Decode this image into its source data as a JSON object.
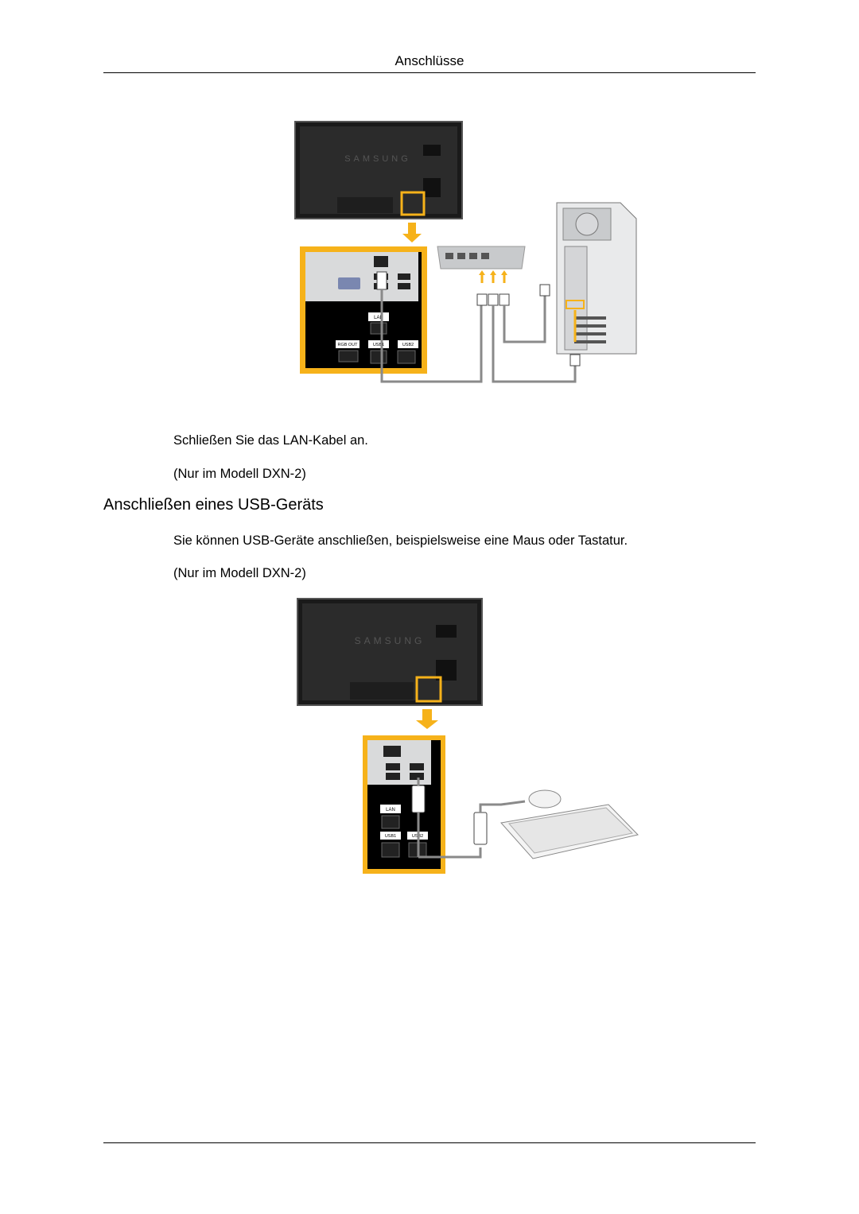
{
  "header": {
    "title": "Anschlüsse"
  },
  "section_lan": {
    "caption": "Schließen Sie das LAN-Kabel an.",
    "model_note": "(Nur im Modell DXN-2)"
  },
  "section_usb": {
    "heading": "Anschließen eines USB-Geräts",
    "body": "Sie können USB-Geräte anschließen, beispielsweise eine Maus oder Tastatur.",
    "model_note": "(Nur im Modell DXN-2)"
  },
  "figure_lan": {
    "brand": "SAMSUNG",
    "port_labels": {
      "lan": "LAN",
      "rgb_out": "RGB OUT",
      "usb1": "USB1",
      "usb2": "USB2"
    }
  },
  "figure_usb": {
    "brand": "SAMSUNG",
    "port_labels": {
      "lan": "LAN",
      "usb1": "USB1",
      "usb2": "USB2"
    }
  },
  "colors": {
    "highlight": "#f6b21a",
    "arrow": "#f6b21a",
    "panel": "#000000",
    "cable": "#8a8a8a"
  }
}
